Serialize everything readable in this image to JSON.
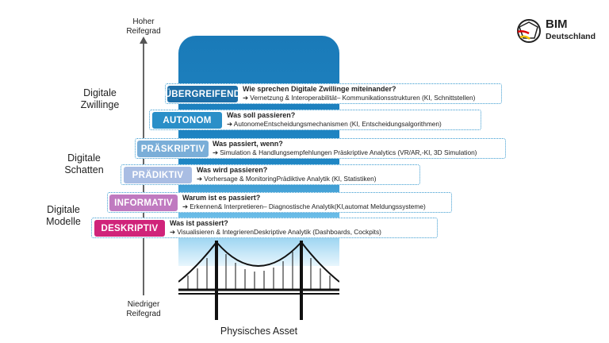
{
  "axis": {
    "top": "Hoher\nReifegrad",
    "bottom": "Niedriger\nReifegrad"
  },
  "levels": [
    {
      "label": "Digitale Zwillinge"
    },
    {
      "label": "Digitale Schatten"
    },
    {
      "label": "Digitale Modelle"
    }
  ],
  "rows": [
    {
      "badge": "ÜBERGREIFEND",
      "color": "#1e6fa8",
      "question": "Wie sprechen Digitale Zwillinge miteinander?",
      "answer": "➔ Vernetzung & Interoperabilität– Kommunikationsstrukturen (KI, Schnittstellen)"
    },
    {
      "badge": "AUTONOM",
      "color": "#2a8fc8",
      "question": "Was soll passieren?",
      "answer": "➔ AutonomeEntscheidungsmechanismen (KI, Entscheidungsalgorithmen)"
    },
    {
      "badge": "PRÄSKRIPTIV",
      "color": "#7aaed8",
      "question": "Was passiert, wenn?",
      "answer": "➔ Simulation & Handlungsempfehlungen Präskriptive Analytics  (VR/AR,-KI, 3D Simulation)"
    },
    {
      "badge": "PRÄDIKTIV",
      "color": "#a9bde3",
      "question": "Was wird passieren?",
      "answer": "➔ Vorhersage & MonitoringPrädiktive Analytik  (KI, Statistiken)"
    },
    {
      "badge": "INFORMATIV",
      "color": "#c07ac0",
      "question": "Warum ist es passiert?",
      "answer": "➔ Erkennen& Interpretieren– Diagnostische Analytik(KI,automat Meldungssysteme)"
    },
    {
      "badge": "DESKRIPTIV",
      "color": "#d0237a",
      "question": "Was ist passiert?",
      "answer": "➔ Visualisieren & IntegrierenDeskriptive Analytik (Dashboards, Cockpits)"
    }
  ],
  "asset": {
    "label": "Physisches Asset"
  },
  "logo": {
    "line1": "BIM",
    "line2": "Deutschland"
  }
}
